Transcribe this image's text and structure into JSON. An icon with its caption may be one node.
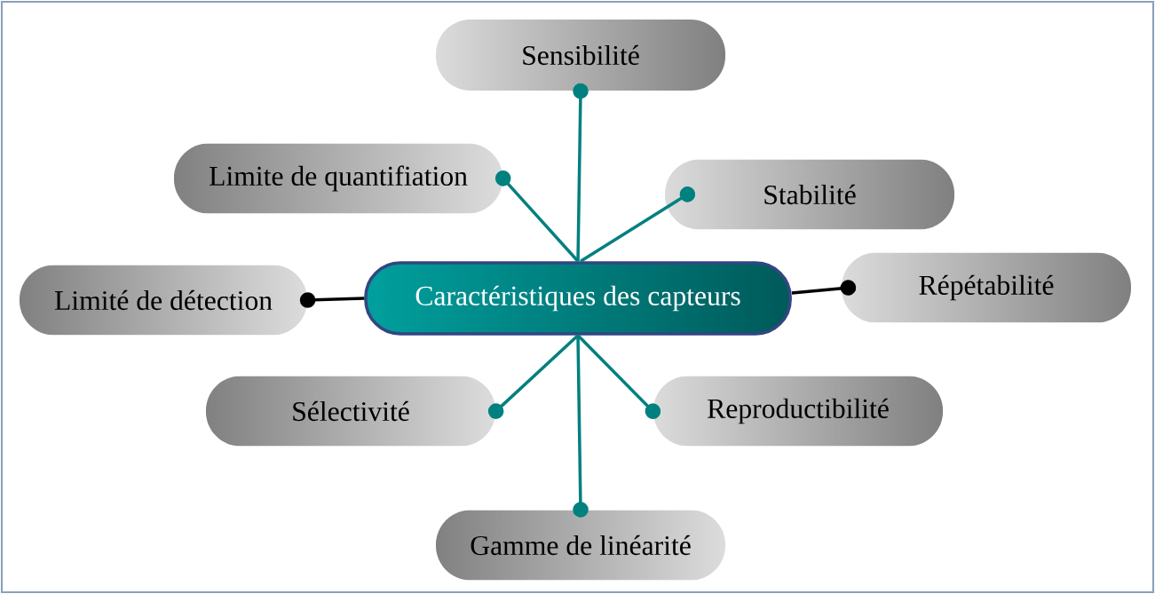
{
  "diagram": {
    "nodes": [
      {
        "text": [
          "Caractéristiques des capteurs"
        ]
      },
      {
        "text": [
          "Sensibilité"
        ]
      },
      {
        "text": [
          "Limite de quantifiation"
        ]
      },
      {
        "text": [
          "Stabilité"
        ]
      },
      {
        "text": [
          "Limité de détection"
        ]
      },
      {
        "text": [
          "Répétabilité"
        ]
      },
      {
        "text": [
          "Sélectivité"
        ]
      },
      {
        "text": [
          "Reproductibilité"
        ]
      },
      {
        "text": [
          "Gamme de linéarité"
        ]
      }
    ],
    "edges": [
      {
        "from": 0,
        "to": 1,
        "arrow": "other"
      },
      {
        "from": 0,
        "to": 2,
        "arrow": "other"
      },
      {
        "from": 0,
        "to": 3,
        "arrow": "other"
      },
      {
        "from": 0,
        "to": 4,
        "arrow": "other",
        "color": "#000000"
      },
      {
        "from": 0,
        "to": 5,
        "arrow": "other",
        "color": "#000000"
      },
      {
        "from": 0,
        "to": 6,
        "arrow": "other"
      },
      {
        "from": 0,
        "to": 7,
        "arrow": "other"
      },
      {
        "from": 0,
        "to": 8,
        "arrow": "other"
      }
    ]
  }
}
